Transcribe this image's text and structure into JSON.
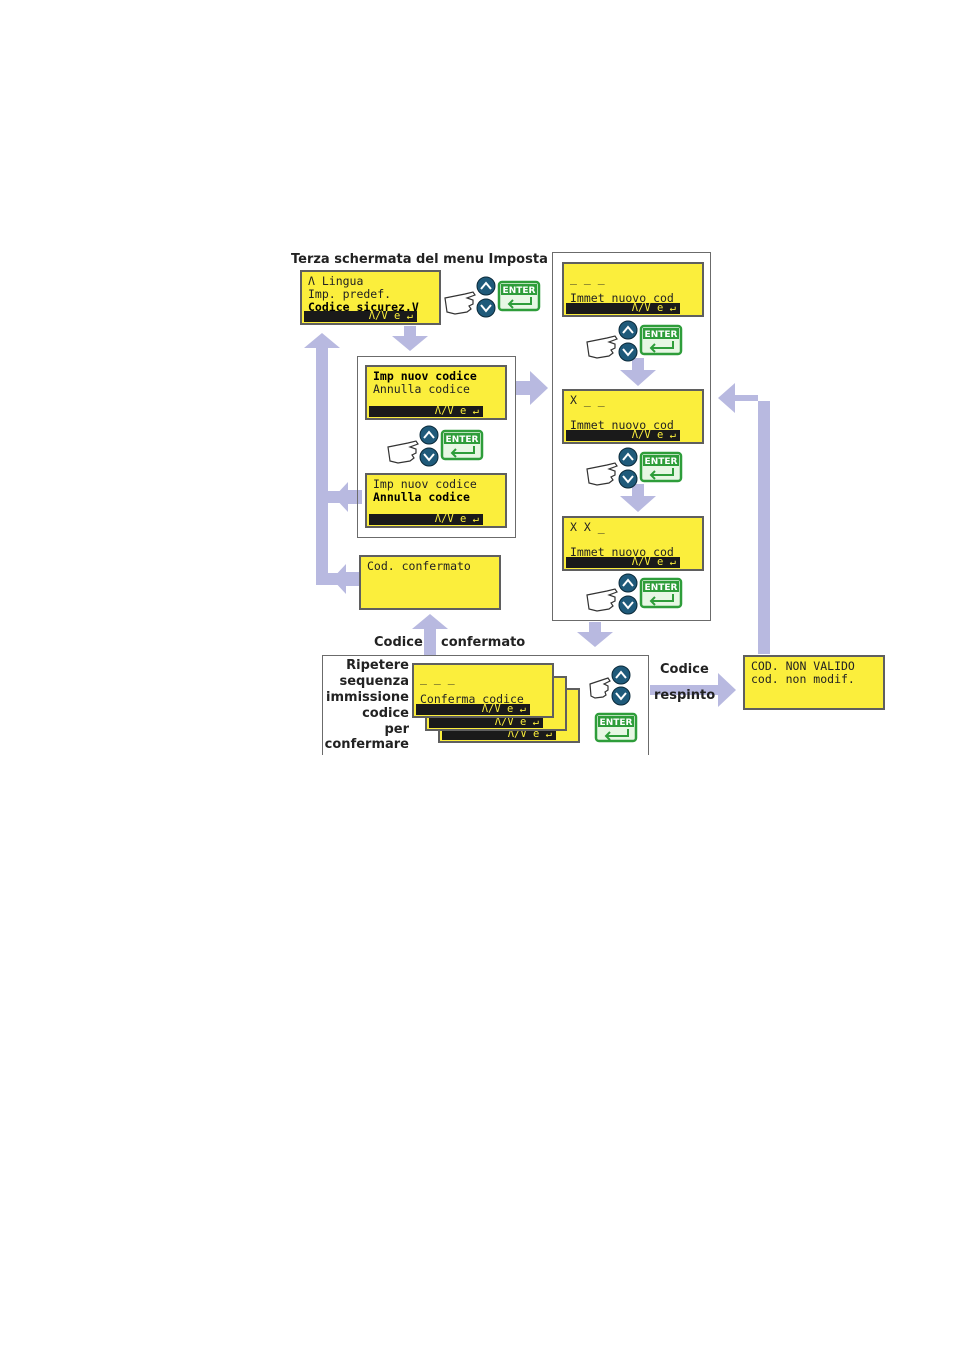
{
  "title": "Terza schermata del menu Imposta",
  "colors": {
    "lcd": "#fbee3c",
    "arrow": "#b8b9e0",
    "enter": "#2e9d3a",
    "navkey": "#1f5a7a"
  },
  "icons": [
    "hand-pointer-icon",
    "up-arrow-key-icon",
    "down-arrow-key-icon",
    "enter-key-icon"
  ],
  "nav_hint": "Λ/V e ↵",
  "enter_label": "ENTER",
  "screens": {
    "menu": {
      "line1": "Λ Lingua",
      "line2": "Imp. predef.",
      "line3": "Codice sicurez.V"
    },
    "imp_nuovo_selected": {
      "line1": "Imp nuov codice",
      "line2": "Annulla codice"
    },
    "annulla_selected": {
      "line1": "Imp nuov codice",
      "line2": "Annulla codice"
    },
    "cod_confermato": {
      "line1": "Cod. confermato"
    },
    "entry_empty": {
      "line1": "_ _ _",
      "line2": "Immet nuovo cod"
    },
    "entry_one": {
      "line1": "X _ _",
      "line2": "Immet nuovo cod"
    },
    "entry_two": {
      "line1": "X X _",
      "line2": "Immet nuovo cod"
    },
    "conferma": {
      "line1": "_ _ _",
      "line2": "Conferma codice"
    },
    "non_valido": {
      "line1": "COD. NON VALIDO",
      "line2": "cod. non modif."
    }
  },
  "labels": {
    "codice_left": "Codice",
    "confermato": "confermato",
    "codice_right": "Codice",
    "respinto": "respinto",
    "repeat": [
      "Ripetere",
      "sequenza",
      "immissione",
      "codice",
      "per",
      "confermare"
    ]
  }
}
